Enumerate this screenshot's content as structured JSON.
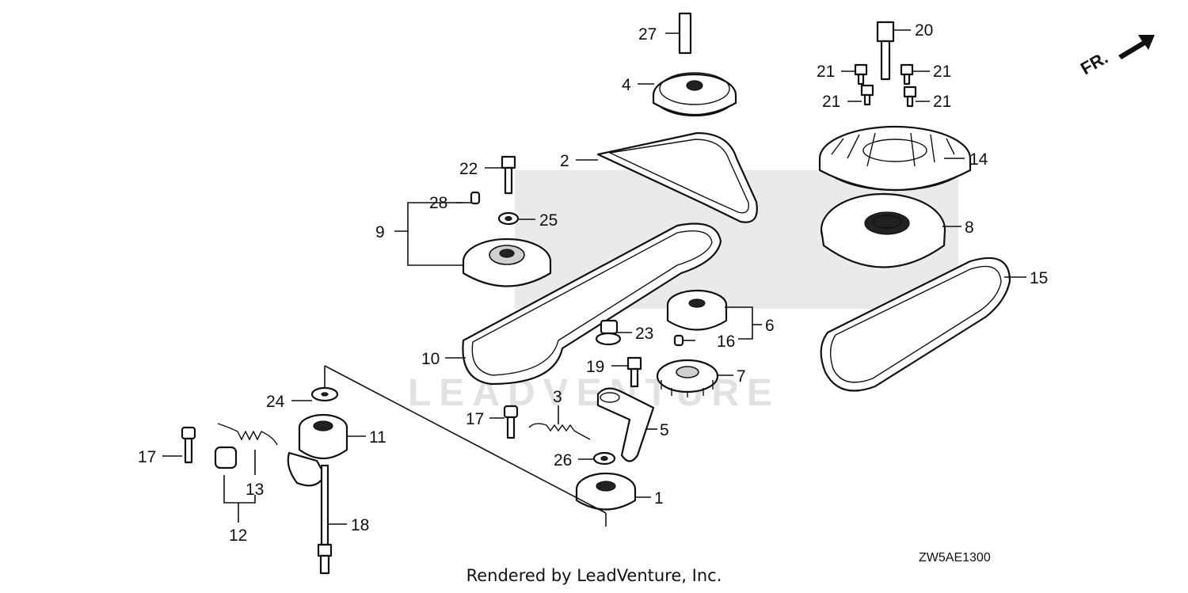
{
  "footer": {
    "credit": "Rendered by LeadVenture, Inc."
  },
  "diagram_code": "ZW5AE1300",
  "direction_indicator": {
    "label": "FR."
  },
  "watermark": {
    "text": "LEADVENTURE"
  },
  "callouts": [
    {
      "id": "c1",
      "label": "1"
    },
    {
      "id": "c2",
      "label": "2"
    },
    {
      "id": "c3",
      "label": "3"
    },
    {
      "id": "c4",
      "label": "4"
    },
    {
      "id": "c5",
      "label": "5"
    },
    {
      "id": "c6",
      "label": "6"
    },
    {
      "id": "c7",
      "label": "7"
    },
    {
      "id": "c8",
      "label": "8"
    },
    {
      "id": "c9",
      "label": "9"
    },
    {
      "id": "c10",
      "label": "10"
    },
    {
      "id": "c11",
      "label": "11"
    },
    {
      "id": "c12",
      "label": "12"
    },
    {
      "id": "c13",
      "label": "13"
    },
    {
      "id": "c14",
      "label": "14"
    },
    {
      "id": "c15",
      "label": "15"
    },
    {
      "id": "c16",
      "label": "16"
    },
    {
      "id": "c17a",
      "label": "17"
    },
    {
      "id": "c17b",
      "label": "17"
    },
    {
      "id": "c18",
      "label": "18"
    },
    {
      "id": "c19",
      "label": "19"
    },
    {
      "id": "c20",
      "label": "20"
    },
    {
      "id": "c21a",
      "label": "21"
    },
    {
      "id": "c21b",
      "label": "21"
    },
    {
      "id": "c21c",
      "label": "21"
    },
    {
      "id": "c21d",
      "label": "21"
    },
    {
      "id": "c22",
      "label": "22"
    },
    {
      "id": "c23",
      "label": "23"
    },
    {
      "id": "c24",
      "label": "24"
    },
    {
      "id": "c25",
      "label": "25"
    },
    {
      "id": "c26",
      "label": "26"
    },
    {
      "id": "c27",
      "label": "27"
    },
    {
      "id": "c28",
      "label": "28"
    }
  ]
}
